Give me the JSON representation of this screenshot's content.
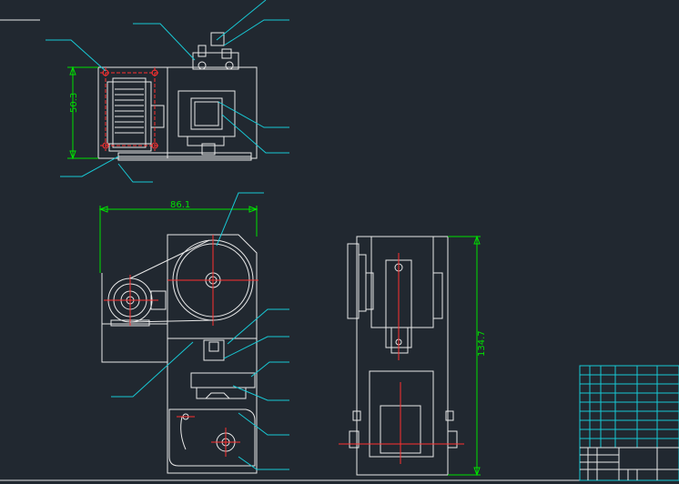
{
  "drawing": {
    "dimensions": {
      "top_view_height": "50.3",
      "front_view_width": "86.1",
      "side_view_height": "134.7"
    }
  },
  "colors": {
    "background": "#212830",
    "geometry": "#e8e8e8",
    "leader": "#18c8d4",
    "centerline": "#ff3030",
    "dimension": "#00e000"
  }
}
